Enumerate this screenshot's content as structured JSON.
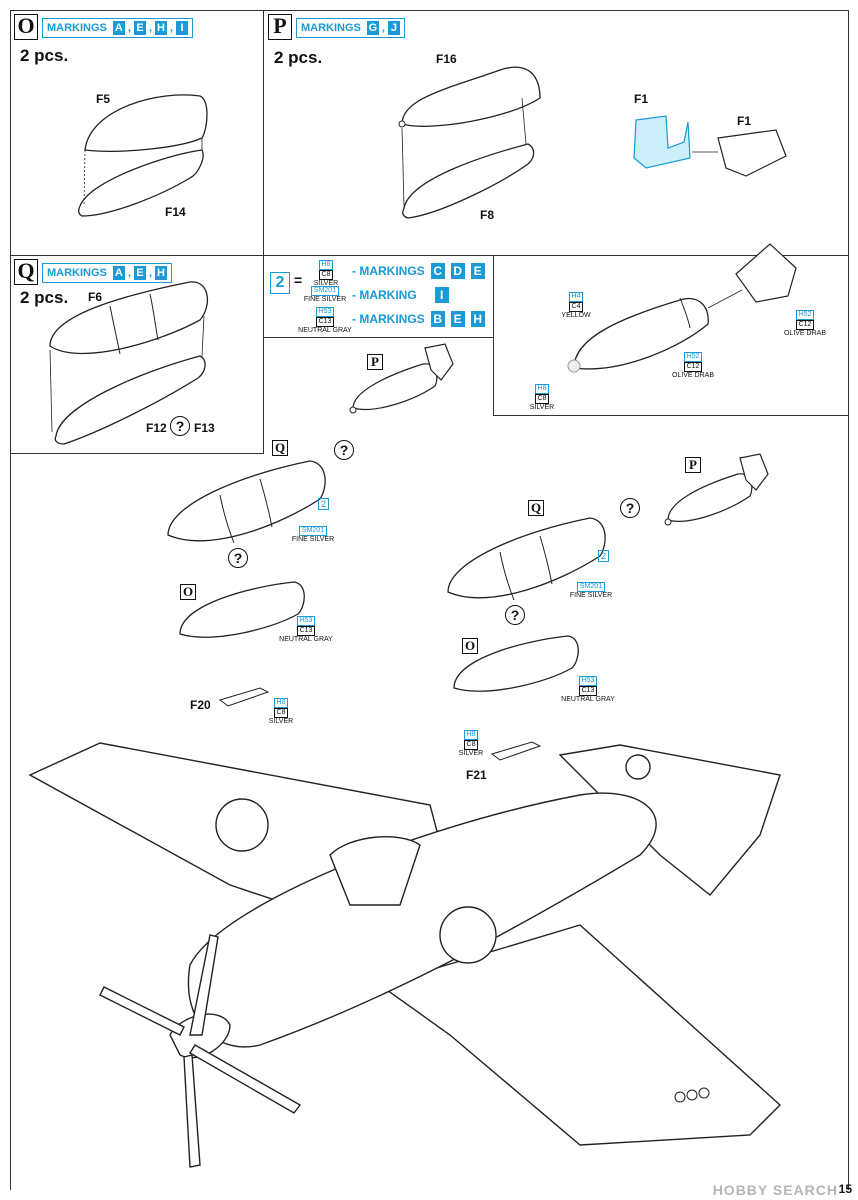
{
  "steps": {
    "O": {
      "letter": "O",
      "markings_label": "MARKINGS",
      "markings": [
        "A",
        ",",
        "E",
        ",",
        "H",
        ",",
        "I"
      ],
      "qty": "2 pcs.",
      "parts": [
        "F5",
        "F14"
      ]
    },
    "P": {
      "letter": "P",
      "markings_label": "MARKINGS",
      "markings": [
        "G",
        ",",
        "J"
      ],
      "qty": "2 pcs.",
      "parts": [
        "F16",
        "F8",
        "F1",
        "F1"
      ]
    },
    "Q": {
      "letter": "Q",
      "markings_label": "MARKINGS",
      "markings": [
        "A",
        ",",
        "E",
        ",",
        "H"
      ],
      "qty": "2 pcs.",
      "parts": [
        "F6",
        "F12",
        "F13"
      ]
    }
  },
  "legend": {
    "num": "2",
    "eq": "=",
    "rows": [
      {
        "h": "H8",
        "c": "C8",
        "name": "SILVER",
        "text": "- MARKINGS",
        "letters": [
          "C",
          "D",
          "E"
        ]
      },
      {
        "h": "SM201",
        "c": "",
        "name": "FINE SILVER",
        "text": "- MARKING",
        "letters": [
          "I"
        ]
      },
      {
        "h": "H53",
        "c": "C13",
        "name": "NEUTRAL GRAY",
        "text": "- MARKINGS",
        "letters": [
          "B",
          "E",
          "H"
        ]
      }
    ]
  },
  "paints": {
    "yellow": {
      "h": "H4",
      "c": "C4",
      "name": "YELLOW"
    },
    "olive1": {
      "h": "H52",
      "c": "C12",
      "name": "OLIVE DRAB"
    },
    "olive2": {
      "h": "H52",
      "c": "C12",
      "name": "OLIVE DRAB"
    },
    "silver1": {
      "h": "H8",
      "c": "C8",
      "name": "SILVER"
    },
    "q1_2": "2",
    "q1_fs": {
      "h": "SM201",
      "name": "FINE SILVER"
    },
    "q2_2": "2",
    "q2_fs": {
      "h": "SM201",
      "name": "FINE SILVER"
    },
    "o1_ng": {
      "h": "H53",
      "c": "C13",
      "name": "NEUTRAL GRAY"
    },
    "o2_ng": {
      "h": "H53",
      "c": "C13",
      "name": "NEUTRAL GRAY"
    },
    "f20_s": {
      "h": "H8",
      "c": "C8",
      "name": "SILVER"
    },
    "f21_s": {
      "h": "H8",
      "c": "C8",
      "name": "SILVER"
    }
  },
  "main": {
    "part_f20": "F20",
    "part_f21": "F21",
    "mini_q": "Q",
    "mini_p": "P",
    "mini_o": "O",
    "qmark": "?"
  },
  "footer": {
    "page": "15",
    "watermark": "HOBBY SEARCH"
  },
  "colors": {
    "accent": "#1a9ad6",
    "ink": "#111111"
  }
}
